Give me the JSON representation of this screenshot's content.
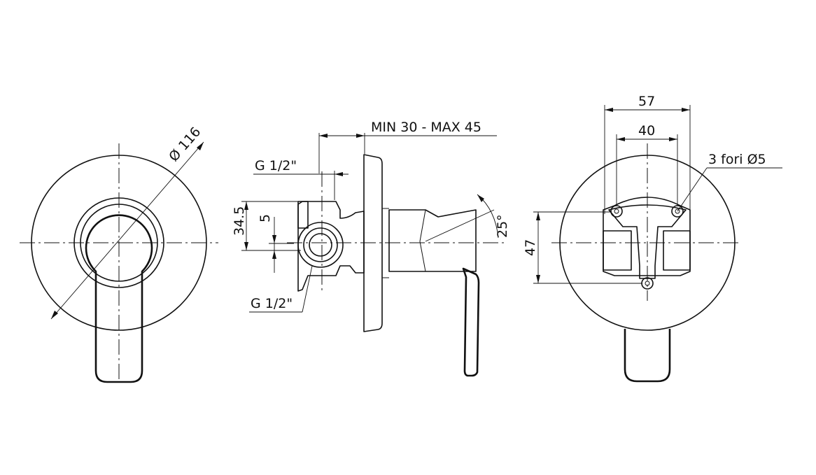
{
  "labels": {
    "front_diameter": "Ø 116",
    "depth_range": "MIN 30 - MAX 45",
    "thread_top": "G 1/2\"",
    "thread_bottom": "G 1/2\"",
    "height_34_5": "34.5",
    "offset_5": "5",
    "angle": "25°",
    "width_57": "57",
    "width_40": "40",
    "height_47": "47",
    "holes": "3 fori Ø5"
  },
  "colors": {
    "line": "#111111",
    "background": "#ffffff"
  }
}
